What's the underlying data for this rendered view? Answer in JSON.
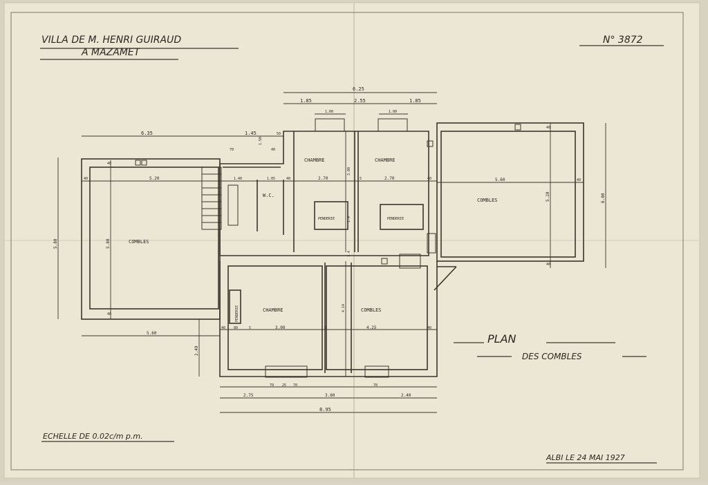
{
  "title": {
    "line1": "VILLA DE M. HENRI GUIRAUD",
    "line2": "A MAZAMET"
  },
  "number": "N° 3872",
  "plan": {
    "line1": "PLAN",
    "line2": "DES COMBLES"
  },
  "scale": "ECHELLE DE 0.02c/m p.m.",
  "date": "ALBI LE 24 MAI 1927",
  "rooms": {
    "combles_left": "COMBLES",
    "chambre_1": "CHAMBRE",
    "chambre_2": "CHAMBRE",
    "combles_right": "COMBLES",
    "wc": "W.C.",
    "penderie_1": "PENDERIE",
    "penderie_2": "PENDERIE",
    "chambre_bottom": "CHAMBRE",
    "combles_bottom": "COMBLES",
    "penderie_bottom": "PENDERIE"
  },
  "dimensions": {
    "top_total": "6.25",
    "top_left_seg": "1.85",
    "top_mid_seg": "2.55",
    "top_right_seg": "1.85",
    "top_win_1": "1.00",
    "top_win_2": "1.00",
    "left_wing_width": "6.35",
    "stair_width": "1.45",
    "small_50": "50",
    "small_70": "70",
    "small_40": "40",
    "dim_150": "1.50",
    "left_40a": "40",
    "left_520": "5.20",
    "stair_140": "1.40",
    "wc_105": "1.05",
    "mid_40": "40",
    "ch1_270": "2.70",
    "sep_5": "5",
    "ch2_270": "2.70",
    "r_40a": "40",
    "right_560": "5.60",
    "r_40b": "40",
    "left_580_outer": "5.80",
    "left_580_inner": "5.80",
    "left_40v_top": "40",
    "left_40v_bot": "40",
    "ch_300v": "3.00",
    "ch_14": "1.4",
    "ch_14b": "1.4",
    "right_520v": "5.20",
    "right_600v": "6.00",
    "right_40v_top": "40",
    "right_40v_bot": "40",
    "bottom_left_560": "5.60",
    "bot_40a": "40",
    "bot_80": "80",
    "bot_5a": "5",
    "bot_300": "3.00",
    "bot_5b": "5",
    "bot_425": "4.25",
    "bot_40b": "40",
    "v_414": "4.14",
    "v_249": "2.49",
    "win_70a": "70",
    "win_25": "25",
    "win_70b": "70",
    "win_70c": "70",
    "bottom_275": "2.75",
    "bottom_380": "3.80",
    "bottom_240": "2.40",
    "bottom_total": "8.95"
  }
}
